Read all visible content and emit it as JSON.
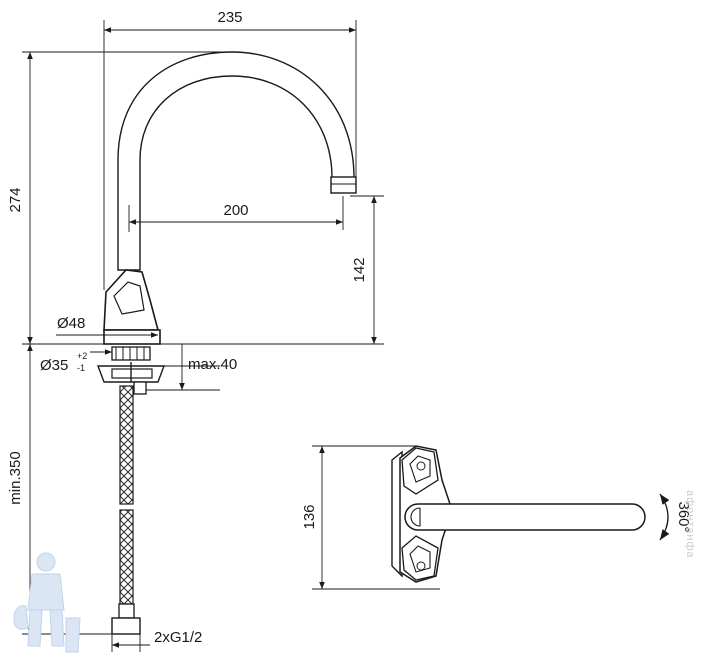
{
  "dimensions": {
    "overall_width": "235",
    "overall_height": "274",
    "spout_reach": "200",
    "spout_height": "142",
    "body_diameter": "Ø48",
    "hole_diameter": "Ø35",
    "hole_tol_plus": "+2",
    "hole_tol_minus": "-1",
    "max_thickness": "max.40",
    "hose_min_length": "min.350",
    "connection": "2xG1/2",
    "top_view_width": "136",
    "rotation": "360°"
  },
  "watermark": "афонтанфа",
  "colors": {
    "line": "#1a1a1a",
    "watermark": "#c8ccd2",
    "logo": "#dbe6f5"
  }
}
